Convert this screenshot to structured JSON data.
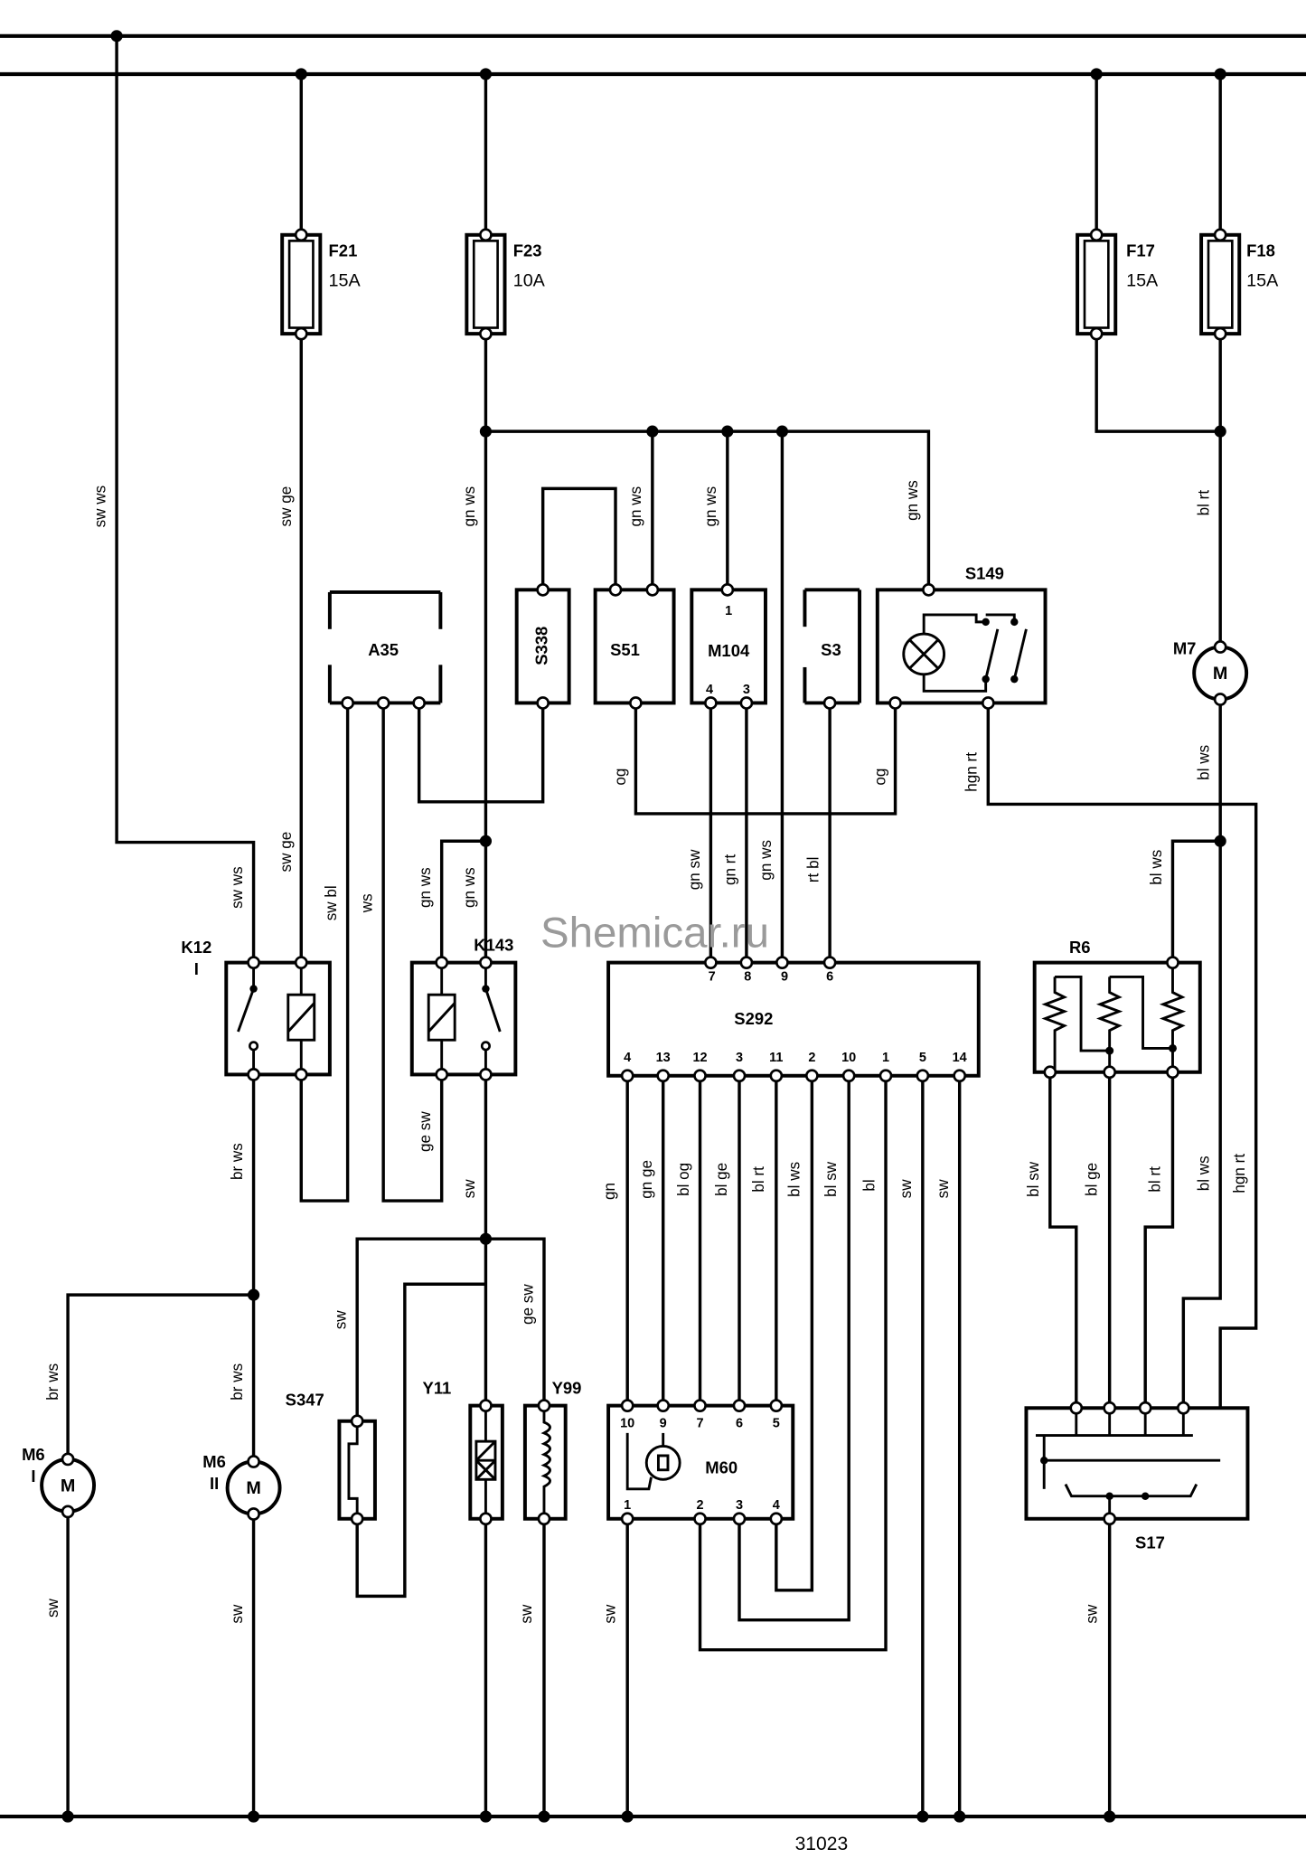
{
  "watermark": "Shemicar.ru",
  "figure_number": "31023",
  "fuses": [
    {
      "id": "F21",
      "rating": "15A"
    },
    {
      "id": "F23",
      "rating": "10A"
    },
    {
      "id": "F17",
      "rating": "15A"
    },
    {
      "id": "F18",
      "rating": "15A"
    }
  ],
  "components": {
    "a35": "A35",
    "s338": "S338",
    "s51": "S51",
    "m104": "M104",
    "s3": "S3",
    "s149": "S149",
    "m7": "M7",
    "k12": "K12",
    "k12_sub": "I",
    "k143": "K143",
    "s292": "S292",
    "r6": "R6",
    "m60": "M60",
    "s17": "S17",
    "s347": "S347",
    "y11": "Y11",
    "y99": "Y99",
    "m6_1": "M6",
    "m6_1_sub": "I",
    "m6_2": "M6",
    "m6_2_sub": "II",
    "motor": "M"
  },
  "pins": {
    "m104": [
      "1",
      "4",
      "3"
    ],
    "s292_top": [
      "7",
      "8",
      "9",
      "6"
    ],
    "s292_bottom": [
      "4",
      "13",
      "12",
      "3",
      "11",
      "2",
      "10",
      "1",
      "5",
      "14"
    ],
    "m60_top": [
      "10",
      "9",
      "7",
      "6",
      "5"
    ],
    "m60_bottom": [
      "1",
      "2",
      "3",
      "4"
    ]
  },
  "wire_labels": [
    "sw ws",
    "sw ge",
    "gn ws",
    "gn ws",
    "gn ws",
    "gn ws",
    "bl rt",
    "og",
    "og",
    "hgn rt",
    "bl ws",
    "sw ws",
    "sw ge",
    "sw bl",
    "ws",
    "gn ws",
    "gn ws",
    "gn sw",
    "gn rt",
    "gn ws",
    "rt bl",
    "bl ws",
    "br ws",
    "ge sw",
    "sw",
    "gn",
    "gn ge",
    "bl og",
    "bl ge",
    "bl rt",
    "bl ws",
    "bl sw",
    "bl",
    "sw",
    "sw",
    "bl sw",
    "bl ge",
    "bl rt",
    "bl ws",
    "hgn rt",
    "sw",
    "ge sw",
    "br ws",
    "br ws",
    "sw",
    "sw",
    "sw",
    "sw",
    "sw"
  ]
}
